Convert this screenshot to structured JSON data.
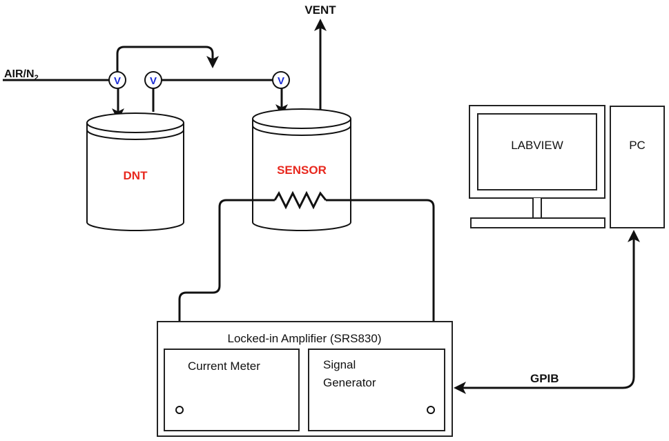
{
  "labels": {
    "vent": "VENT",
    "air_n2_main": "AIR/N",
    "air_n2_sub": "2",
    "dnt": "DNT",
    "sensor": "SENSOR",
    "labview": "LABVIEW",
    "pc": "PC",
    "amplifier": "Locked-in Amplifier (SRS830)",
    "current_meter": "Current Meter",
    "signal_line1": "Signal",
    "signal_line2": "Generator",
    "gpib": "GPIB",
    "valve": "V"
  },
  "colors": {
    "accent_red": "#e8281e",
    "valve_blue": "#1a2bd6",
    "line": "#111111"
  }
}
